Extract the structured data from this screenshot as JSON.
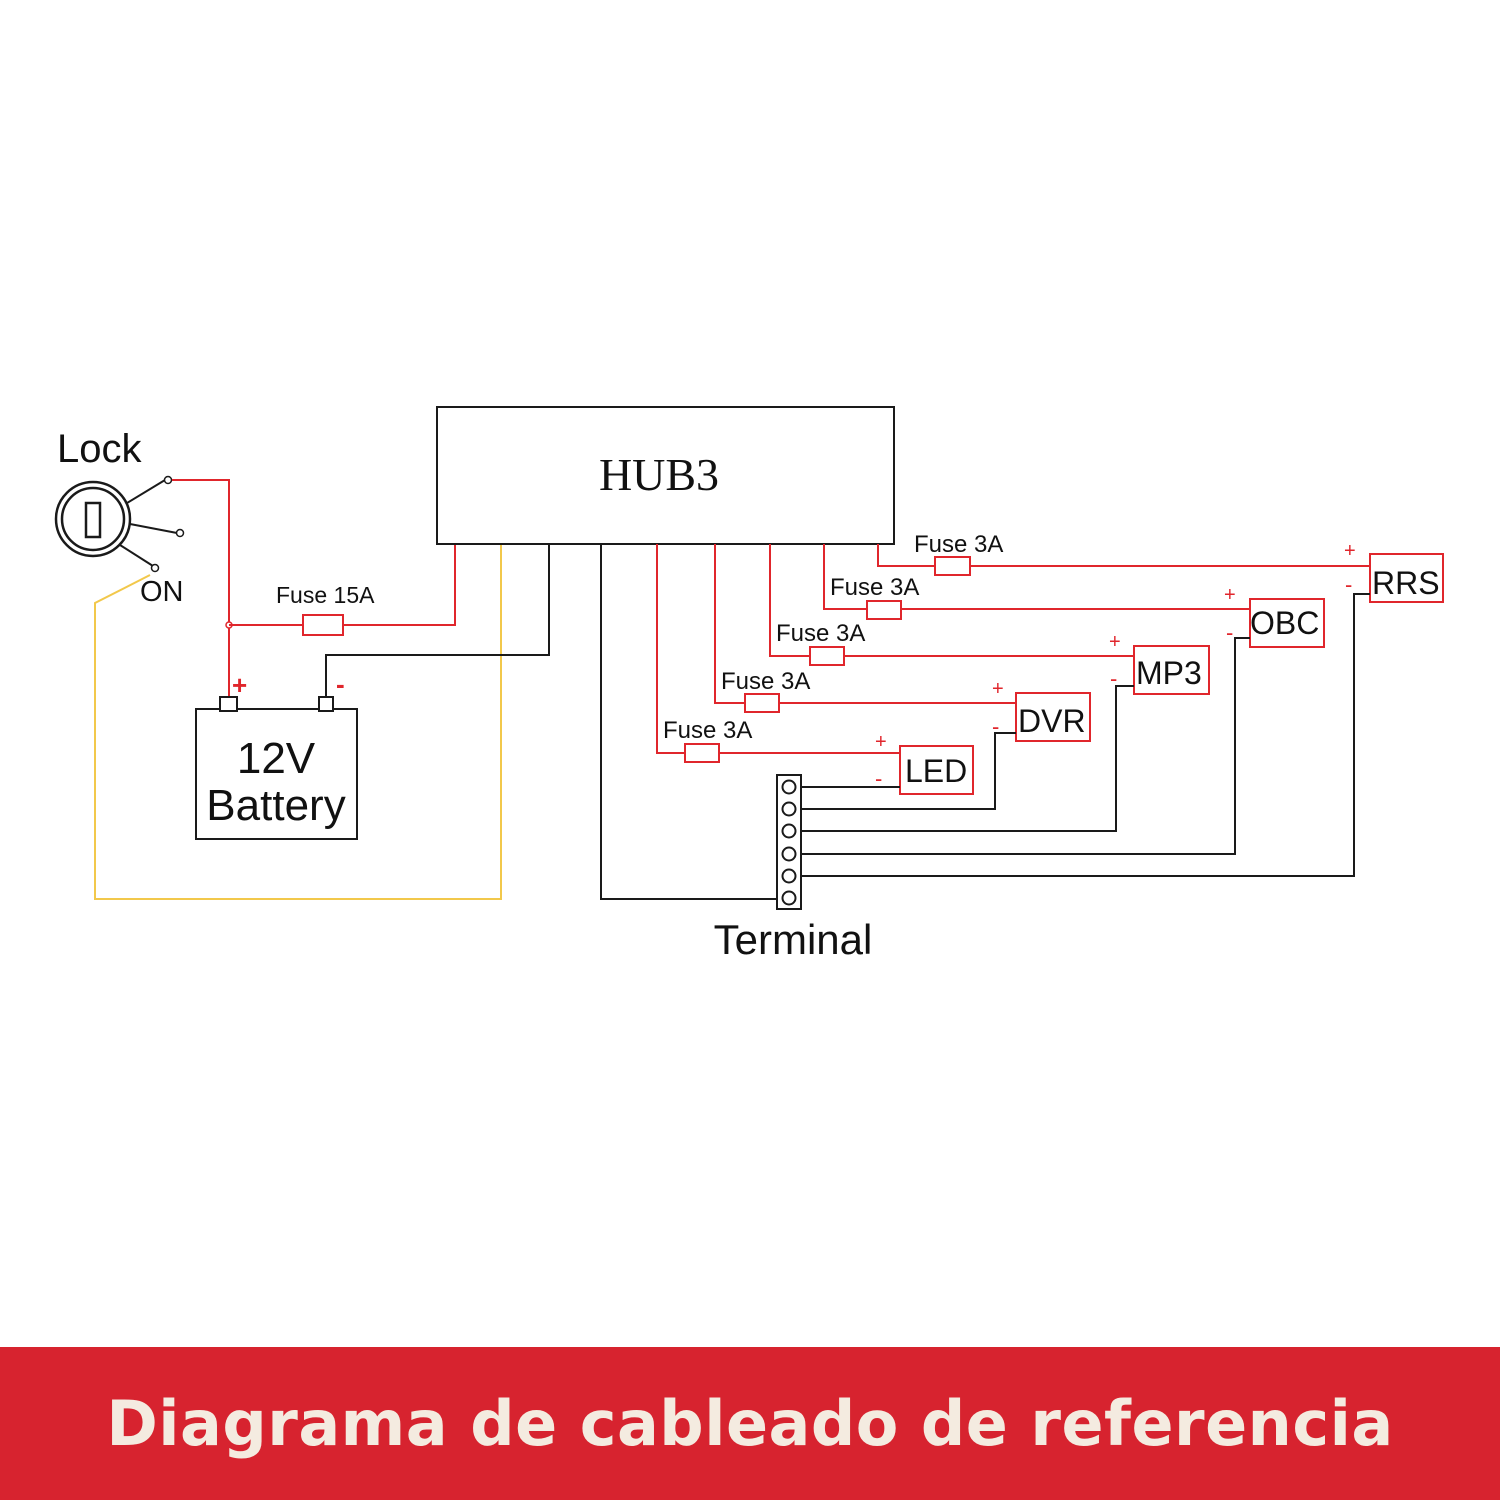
{
  "diagram": {
    "lock": {
      "title": "Lock",
      "on_label": "ON"
    },
    "hub": {
      "label": "HUB3"
    },
    "battery": {
      "line1": "12V",
      "line2": "Battery",
      "plus": "+",
      "minus": "-"
    },
    "main_fuse": {
      "label": "Fuse 15A"
    },
    "devices": [
      {
        "name": "RRS",
        "fuse": "Fuse 3A",
        "plus": "+",
        "minus": "-"
      },
      {
        "name": "OBC",
        "fuse": "Fuse 3A",
        "plus": "+",
        "minus": "-"
      },
      {
        "name": "MP3",
        "fuse": "Fuse 3A",
        "plus": "+",
        "minus": "-"
      },
      {
        "name": "DVR",
        "fuse": "Fuse 3A",
        "plus": "+",
        "minus": "-"
      },
      {
        "name": "LED",
        "fuse": "Fuse 3A",
        "plus": "+",
        "minus": "-"
      }
    ],
    "terminal": {
      "label": "Terminal"
    }
  },
  "footer": {
    "text": "Diagrama de cableado de referencia"
  },
  "colors": {
    "wire_positive": "#e0262c",
    "wire_ground": "#1a1a1a",
    "wire_ignition": "#f2c84b",
    "banner": "#d7232f",
    "banner_text": "#f4ebe0"
  }
}
